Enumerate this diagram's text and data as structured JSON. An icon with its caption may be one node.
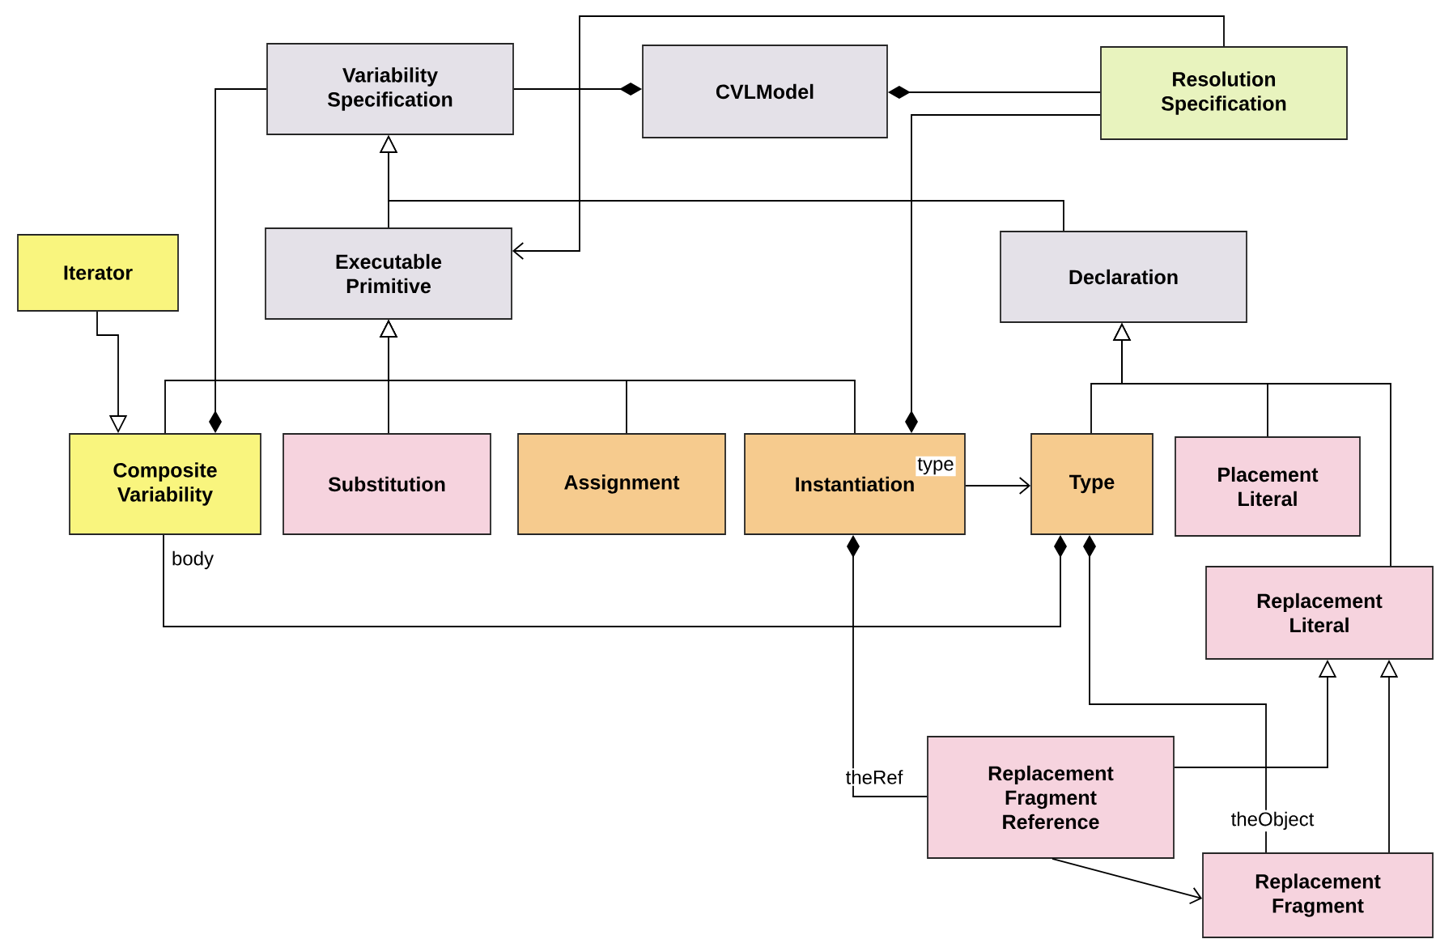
{
  "diagram": {
    "nodes": [
      {
        "text": [
          "Variability Specification"
        ]
      },
      {
        "text": [
          "CVLModel"
        ]
      },
      {
        "text": [
          "Resolution Specification"
        ]
      },
      {
        "text": [
          "Iterator"
        ]
      },
      {
        "text": [
          "Executable Primitive"
        ]
      },
      {
        "text": [
          "Declaration"
        ]
      },
      {
        "text": [
          "Composite Variability"
        ]
      },
      {
        "text": [
          "Substitution"
        ]
      },
      {
        "text": [
          "Assignment"
        ]
      },
      {
        "text": [
          "Instantiation"
        ]
      },
      {
        "text": [
          "Type"
        ]
      },
      {
        "text": [
          "Placement Literal"
        ]
      },
      {
        "text": [
          "Replacement Literal"
        ]
      },
      {
        "text": [
          "Replacement Fragment Reference"
        ]
      },
      {
        "text": [
          "Replacement Fragment"
        ]
      }
    ],
    "edges": [
      {
        "from": 0,
        "to": 1,
        "arrow": "other"
      },
      {
        "from": 2,
        "to": 1,
        "arrow": "other"
      },
      {
        "from": 2,
        "to": 4,
        "arrow": "to"
      },
      {
        "from": 4,
        "to": 0,
        "arrow": "to"
      },
      {
        "from": 5,
        "to": 0,
        "arrow": "to"
      },
      {
        "from": 3,
        "to": 6,
        "arrow": "to"
      },
      {
        "from": 6,
        "to": 4,
        "arrow": "to"
      },
      {
        "from": 7,
        "to": 4,
        "arrow": "to"
      },
      {
        "from": 8,
        "to": 4,
        "arrow": "to"
      },
      {
        "from": 9,
        "to": 4,
        "arrow": "to"
      },
      {
        "from": 0,
        "to": 6,
        "arrow": "other"
      },
      {
        "from": 2,
        "to": 9,
        "arrow": "other"
      },
      {
        "from": 9,
        "to": 10,
        "arrow": "to",
        "label": "type"
      },
      {
        "from": 10,
        "to": 5,
        "arrow": "to"
      },
      {
        "from": 11,
        "to": 5,
        "arrow": "to"
      },
      {
        "from": 12,
        "to": 5,
        "arrow": "to"
      },
      {
        "from": 6,
        "to": 10,
        "arrow": "other",
        "label": "body"
      },
      {
        "from": 13,
        "to": 9,
        "arrow": "other",
        "label": "theRef"
      },
      {
        "from": 14,
        "to": 10,
        "arrow": "other",
        "label": "theObject"
      },
      {
        "from": 13,
        "to": 12,
        "arrow": "to"
      },
      {
        "from": 14,
        "to": 12,
        "arrow": "to"
      },
      {
        "from": 13,
        "to": 14,
        "arrow": "to"
      }
    ]
  }
}
